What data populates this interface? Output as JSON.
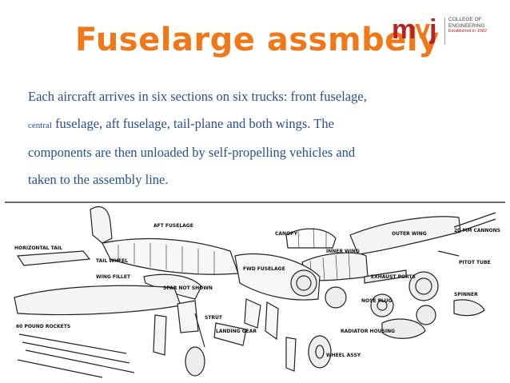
{
  "slide": {
    "title": "Fuselarge assmbely",
    "colors": {
      "title": "#f07818",
      "body_text": "#2b4f8c",
      "logo_m": "#b52124",
      "logo_v": "#f07818",
      "logo_j": "#b52124"
    },
    "body_lines": [
      "Each aircraft arrives in six sections on six trucks:  front fuselage,",
      "fuselage, aft fuselage, tail-plane and both wings. The",
      "components are then unloaded by self-propelling vehicles and",
      "taken to the assembly line."
    ],
    "body_small_word": "central",
    "logo": {
      "m": "m",
      "v": "v",
      "j": "j",
      "line1": "COLLEGE OF",
      "line2": "ENGINEERING",
      "established": "Established in 1982"
    }
  },
  "diagram_labels": {
    "aft_fuselage": "AFT FUSELAGE",
    "canopy": "CANOPY",
    "outer_wing": "OUTER WING",
    "cannons": "20 MM CANNONS",
    "horizontal_tail": "HORIZONTAL TAIL",
    "tail_wheel": "TAIL WHEEL",
    "inner_wing": "INNER WING",
    "pitot_tube": "PITOT TUBE",
    "wing_fillet": "WING FILLET",
    "fwd_fuselage": "FWD FUSELAGE",
    "exhaust_ports": "EXHAUST PORTS",
    "spar_not_shown": "SPAR NOT SHOWN",
    "spinner": "SPINNER",
    "nose_plug": "NOSE PLUG",
    "strut": "STRUT",
    "rockets": "60 POUND ROCKETS",
    "landing_gear": "LANDING GEAR",
    "radiator_housing": "RADIATOR HOUSING",
    "wheel_assy": "WHEEL ASSY"
  }
}
